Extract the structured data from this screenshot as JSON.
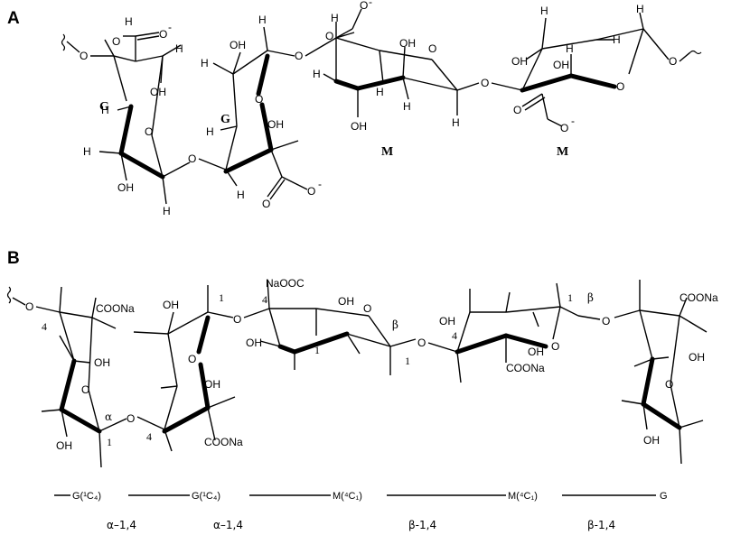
{
  "panels": {
    "a": "A",
    "b": "B"
  },
  "atoms": {
    "h": "H",
    "oh": "OH",
    "o": "O",
    "ominus": "-",
    "coona": "COONa",
    "naooc": "NaOOC"
  },
  "rings": {
    "g": "G",
    "m": "M"
  },
  "positions": {
    "one": "1",
    "four": "4",
    "alpha": "α",
    "beta": "β"
  },
  "chain": {
    "units": [
      "G(¹C₄)",
      "G(¹C₄)",
      "M(⁴C₁)",
      "M(⁴C₁)",
      "G"
    ],
    "links": [
      "α–1,4",
      "α–1,4",
      "β-1,4",
      "β-1,4"
    ]
  }
}
